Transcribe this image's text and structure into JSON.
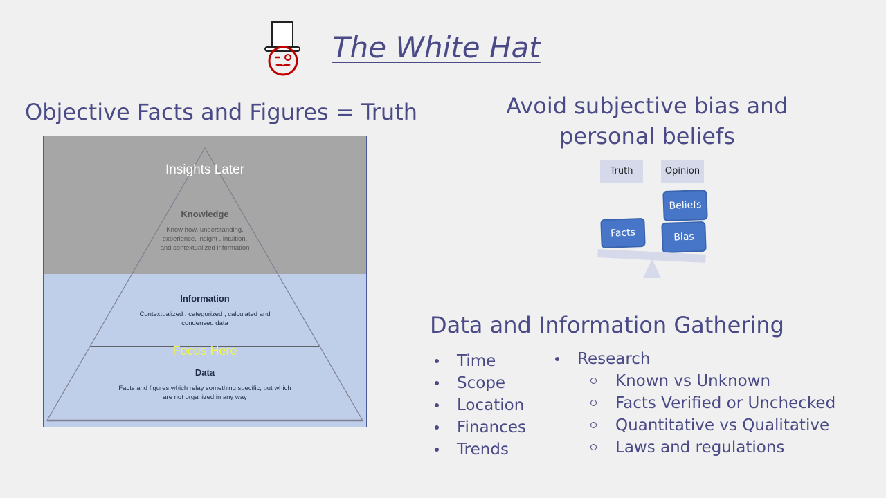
{
  "slide": {
    "title": "The White Hat",
    "left_heading": "Objective Facts and Figures = Truth",
    "right_heading_line1": "Avoid subjective bias and",
    "right_heading_line2": "personal beliefs",
    "gather_heading": "Data and Information Gathering"
  },
  "pyramid": {
    "insights_label": "Insights Later",
    "focus_label": "Focus Here",
    "knowledge": {
      "title": "Knowledge",
      "line1": "Know how, understanding,",
      "line2": "experience, insight , intuition,",
      "line3": "and contextualized information"
    },
    "information": {
      "title": "Information",
      "line1": "Contextualized , categorized , calculated and",
      "line2": "condensed data"
    },
    "data": {
      "title": "Data",
      "line1": "Facts and figures which relay something specific, but which",
      "line2": "are not organized in any way"
    },
    "colors": {
      "top_band": "#a6a6a6",
      "bottom_band": "#bfcfea",
      "focus": "#f5f542"
    }
  },
  "scale": {
    "truth_label": "Truth",
    "opinion_label": "Opinion",
    "facts": "Facts",
    "beliefs": "Beliefs",
    "bias": "Bias"
  },
  "gathering": {
    "left_items": [
      "Time",
      "Scope",
      "Location",
      "Finances",
      "Trends"
    ],
    "research_label": "Research",
    "research_items": [
      "Known vs Unknown",
      "Facts Verified or Unchecked",
      "Quantitative vs Qualitative",
      "Laws and regulations"
    ]
  },
  "colors": {
    "text": "#4a4a86",
    "hat_red": "#c00000",
    "box_blue": "#4776c8"
  }
}
